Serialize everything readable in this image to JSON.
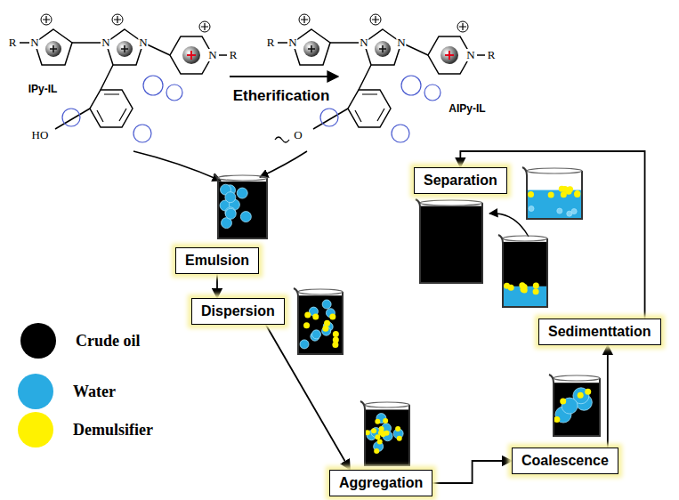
{
  "diagram": {
    "nodes": [
      {
        "text": [
          "Emulsion"
        ]
      },
      {
        "text": [
          "Dispersion"
        ]
      },
      {
        "text": [
          "Aggregation"
        ]
      },
      {
        "text": [
          "Coalescence"
        ]
      },
      {
        "text": [
          "Sedimenttation"
        ]
      },
      {
        "text": [
          "Separation"
        ]
      }
    ],
    "edges": [
      {
        "from": 0,
        "to": 1,
        "arrow": "to"
      },
      {
        "from": 1,
        "to": 2,
        "arrow": "to"
      },
      {
        "from": 2,
        "to": 3,
        "arrow": "to"
      },
      {
        "from": 3,
        "to": 4,
        "arrow": "to"
      },
      {
        "from": 4,
        "to": 5,
        "arrow": "to"
      }
    ],
    "labels": [
      "IPy-IL",
      "AIPy-IL",
      "Etherification",
      "R",
      "N",
      "N",
      "N",
      "N",
      "R",
      "HO",
      "R",
      "N",
      "N",
      "N",
      "N",
      "R",
      "O"
    ],
    "legend": [
      {
        "text": "Crude oil",
        "color": "#000000"
      },
      {
        "text": "Water",
        "color": "#29abe2"
      },
      {
        "text": "Demulsifier",
        "color": "#fff200"
      }
    ]
  }
}
